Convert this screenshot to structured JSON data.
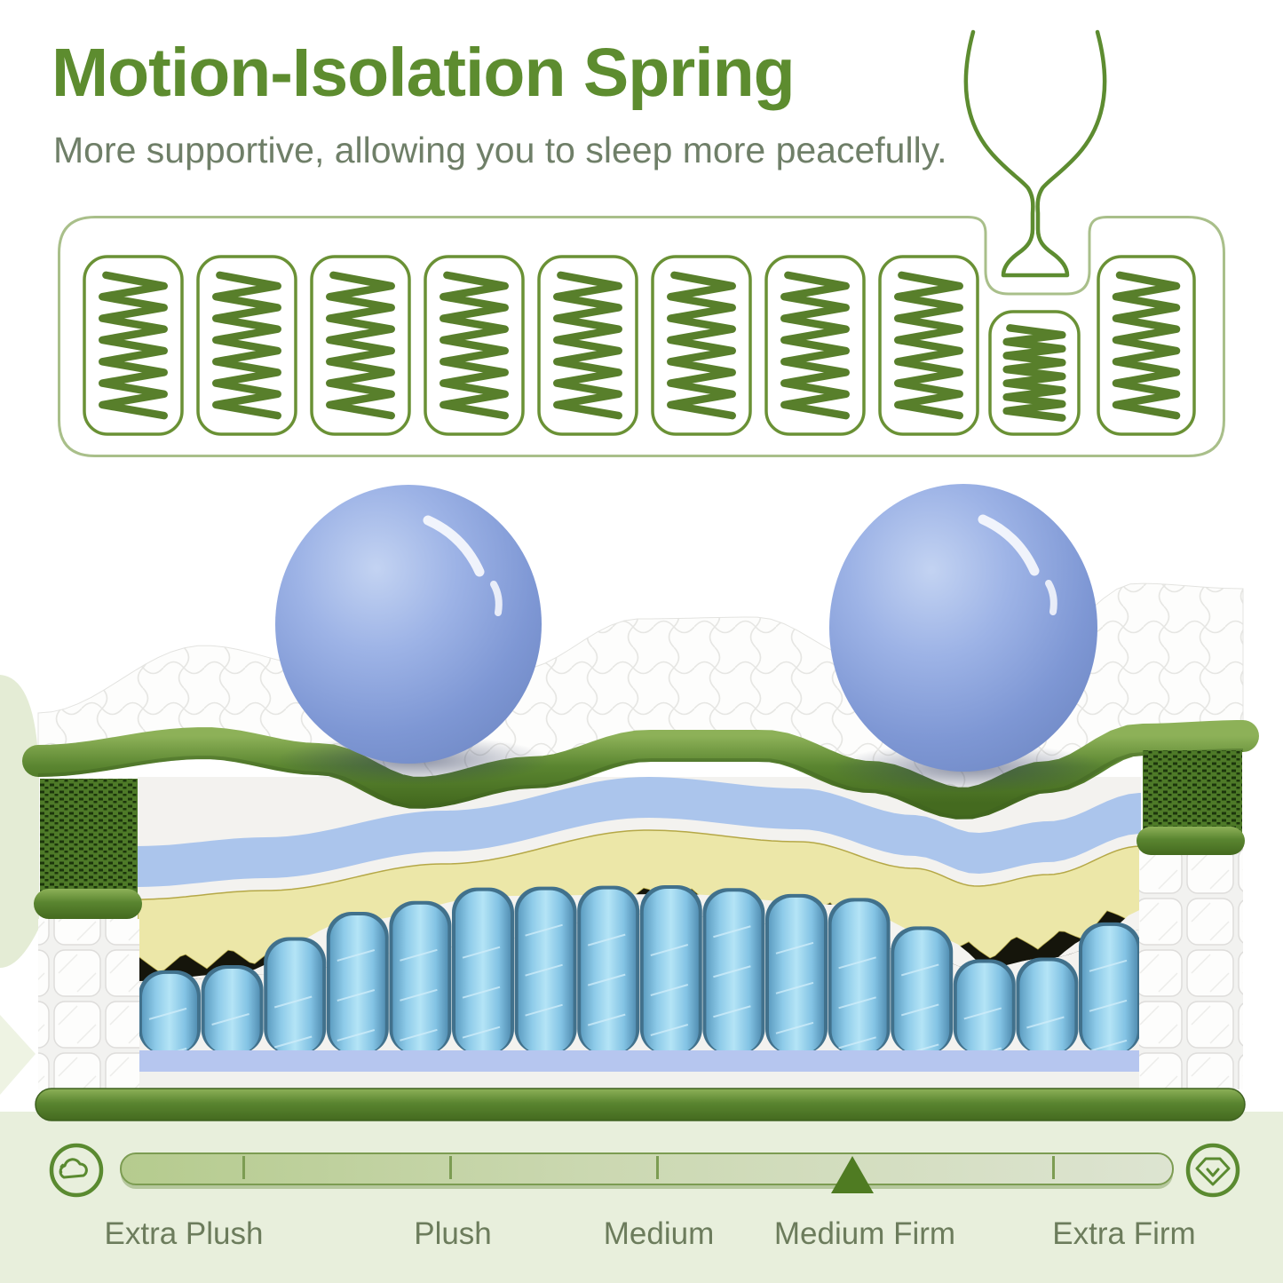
{
  "header": {
    "title": "Motion-Isolation Spring",
    "subtitle": "More supportive, allowing you to sleep more peacefully."
  },
  "spring_diagram": {
    "icon": "wine-glass-icon",
    "spring_count": 10,
    "compressed_spring_index": 8
  },
  "mattress": {
    "description": "mattress-cross-section-with-two-balls"
  },
  "firmness_scale": {
    "left_icon": "cloud-icon",
    "right_icon": "diamond-icon",
    "labels": [
      "Extra Plush",
      "Plush",
      "Medium",
      "Medium Firm",
      "Extra Firm"
    ],
    "selected": "Medium Firm"
  },
  "colors": {
    "accent_green": "#5d8c2f",
    "text_muted": "#6f7f68",
    "spring_green": "#587f2b",
    "pocket_border": "#6a9135",
    "box_border": "#a9bf8a",
    "ball_blue": "#8ba5d9",
    "coil_blue": "#7fc2e8",
    "trim_green": "#55802c",
    "scale_border": "#7c9c52",
    "indicator_green": "#4f7b22",
    "background_bottom": "#e8efdc"
  }
}
